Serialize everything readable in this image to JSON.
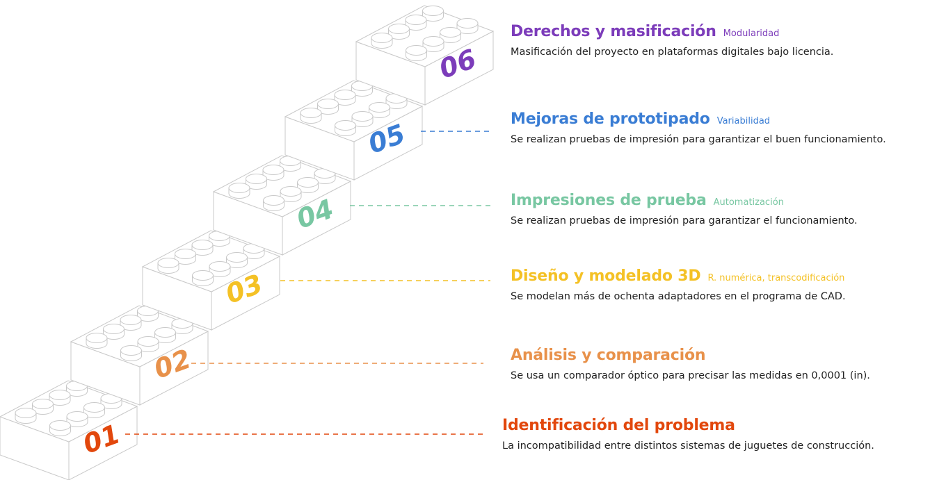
{
  "steps": [
    {
      "number": "01",
      "title": "Identificación  del problema",
      "tag": "",
      "description": "La incompatibilidad entre distintos sistemas de juguetes de construcción.",
      "color": "#e2470c"
    },
    {
      "number": "02",
      "title": "Análisis y comparación",
      "tag": "",
      "description": "Se usa un comparador óptico para precisar las medidas en 0,0001 (in).",
      "color": "#e8914a"
    },
    {
      "number": "03",
      "title": "Diseño y modelado 3D",
      "tag": "R. numérica, transcodificación",
      "description": "Se modelan más de ochenta adaptadores en el programa de CAD.",
      "color": "#f4c125"
    },
    {
      "number": "04",
      "title": "Impresiones de prueba",
      "tag": "Automatización",
      "description": "Se realizan pruebas de impresión para garantizar el funcionamiento.",
      "color": "#78c7a2"
    },
    {
      "number": "05",
      "title": "Mejoras de prototipado",
      "tag": "Variabilidad",
      "description": "Se realizan pruebas de impresión para garantizar el buen funcionamiento.",
      "color": "#3a7dd4"
    },
    {
      "number": "06",
      "title": "Derechos y masificación",
      "tag": "Modularidad",
      "description": "Masificación del proyecto en plataformas digitales bajo licencia.",
      "color": "#7c3cba"
    }
  ]
}
